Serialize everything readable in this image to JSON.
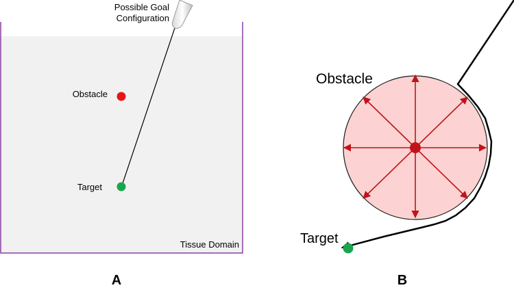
{
  "panel_a": {
    "goal_label_line1": "Possible Goal",
    "goal_label_line2": "Configuration",
    "obstacle_label": "Obstacle",
    "target_label": "Target",
    "domain_label": "Tissue Domain",
    "panel_letter": "A"
  },
  "panel_b": {
    "obstacle_label": "Obstacle",
    "target_label": "Target",
    "panel_letter": "B"
  },
  "colors": {
    "obstacle": "#e8141b",
    "target": "#1aa64f",
    "domain_fill": "#f1f1f1",
    "domain_border": "#8a3fa0",
    "obstacle_zone_fill": "#fcd2d2",
    "arrow_red": "#c0131a"
  }
}
